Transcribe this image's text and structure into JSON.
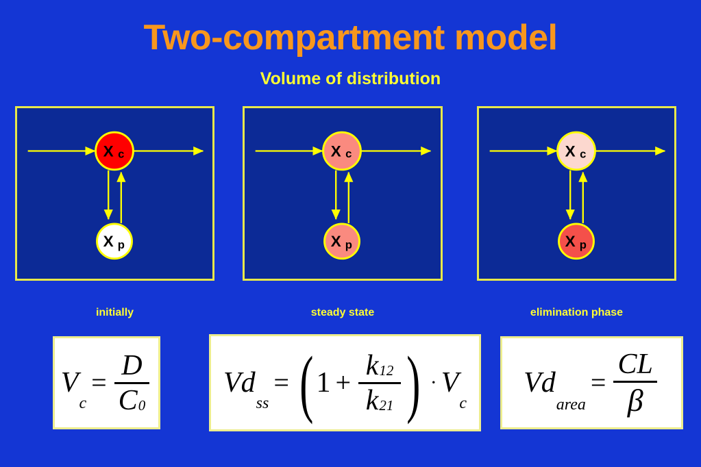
{
  "slide": {
    "title": "Two-compartment model",
    "subtitle": "Volume of distribution",
    "background_color": "#1436d4",
    "title_color": "#f8971d",
    "subtitle_color": "#ffff33"
  },
  "diagrams": [
    {
      "id": "initially",
      "caption": "initially",
      "panel_background": "#0c2a96",
      "panel_border_color": "#e8e84a",
      "central_node": {
        "label_main": "X",
        "label_sub": "c",
        "fill": "#ff0000",
        "stroke": "#ffff00"
      },
      "peripheral_node": {
        "label_main": "X",
        "label_sub": "p",
        "fill": "#ffffff",
        "stroke": "#ffff00"
      },
      "arrows": [
        "input-arrow",
        "output-arrow",
        "central-to-peripheral-arrow",
        "peripheral-to-central-arrow"
      ],
      "arrow_color": "#ffff00"
    },
    {
      "id": "steady-state",
      "caption": "steady state",
      "panel_background": "#0c2a96",
      "panel_border_color": "#e8e84a",
      "central_node": {
        "label_main": "X",
        "label_sub": "c",
        "fill": "#fa8a7f",
        "stroke": "#ffff00"
      },
      "peripheral_node": {
        "label_main": "X",
        "label_sub": "p",
        "fill": "#fa8a7f",
        "stroke": "#ffff00"
      },
      "arrows": [
        "input-arrow",
        "output-arrow",
        "central-to-peripheral-arrow",
        "peripheral-to-central-arrow"
      ],
      "arrow_color": "#ffff00"
    },
    {
      "id": "elimination-phase",
      "caption": "elimination phase",
      "panel_background": "#0c2a96",
      "panel_border_color": "#e8e84a",
      "central_node": {
        "label_main": "X",
        "label_sub": "c",
        "fill": "#fcd8cf",
        "stroke": "#ffff00"
      },
      "peripheral_node": {
        "label_main": "X",
        "label_sub": "p",
        "fill": "#f4504a",
        "stroke": "#ffff00"
      },
      "arrows": [
        "input-arrow",
        "output-arrow",
        "central-to-peripheral-arrow",
        "peripheral-to-central-arrow"
      ],
      "arrow_color": "#ffff00"
    }
  ],
  "formulas": [
    {
      "id": "vc",
      "plain": "Vc = D / C0",
      "lhs_var": "V",
      "lhs_sub": "c",
      "equals": "=",
      "numerator": "D",
      "denominator_var": "C",
      "denominator_sub": "0"
    },
    {
      "id": "vdss",
      "plain": "Vdss = ( 1 + k12 / k21 ) · Vc",
      "lhs_var": "Vd",
      "lhs_sub": "ss",
      "equals": "=",
      "paren_left": "(",
      "paren_right": ")",
      "one": "1",
      "plus": "+",
      "numerator_var": "k",
      "numerator_sub": "12",
      "denominator_var": "k",
      "denominator_sub": "21",
      "multiply": "·",
      "rhs_var": "V",
      "rhs_sub": "c"
    },
    {
      "id": "vdarea",
      "plain": "Vdarea = CL / β",
      "lhs_var": "Vd",
      "lhs_sub": "area",
      "equals": "=",
      "numerator": "CL",
      "denominator": "β"
    }
  ]
}
